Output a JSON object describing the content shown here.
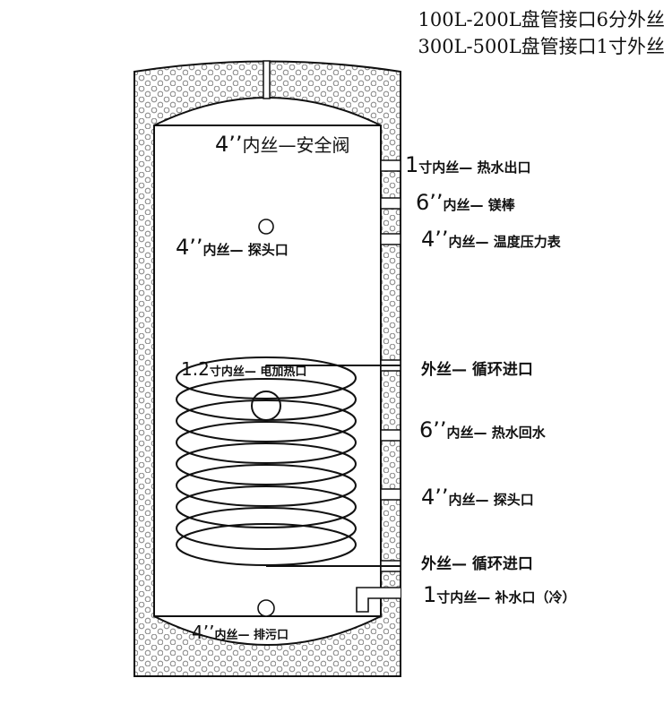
{
  "header": {
    "line1": "100L-200L盘管接口6分外丝",
    "line2": "300L-500L盘管接口1寸外丝"
  },
  "labels": {
    "safety_valve": {
      "size": "4’’",
      "text": "内丝—安全阀"
    },
    "hot_water_out": {
      "size": "1",
      "text": "寸内丝— 热水出口"
    },
    "magnesium_rod": {
      "size": "6’’",
      "text": "内丝— 镁棒"
    },
    "thermo_pressure": {
      "size": "4’’",
      "text": "内丝— 温度压力表"
    },
    "probe_upper": {
      "size": "4’’",
      "text": "内丝— 探头口"
    },
    "electric_heater": {
      "size": "1.2",
      "text": "寸内丝— 电加热口"
    },
    "coil_inlet_top": {
      "text": "外丝— 循环进口"
    },
    "hot_water_return": {
      "size": "6’’",
      "text": "内丝— 热水回水"
    },
    "probe_lower": {
      "size": "4’’",
      "text": "内丝— 探头口"
    },
    "coil_inlet_bottom": {
      "text": "外丝— 循环进口"
    },
    "cold_water_in": {
      "size": "1",
      "text": "寸内丝— 补水口（冷）"
    },
    "drain": {
      "size": "4’’",
      "text": "内丝— 排污口"
    }
  },
  "colors": {
    "line": "#111111",
    "insulation_dot": "#888888"
  }
}
